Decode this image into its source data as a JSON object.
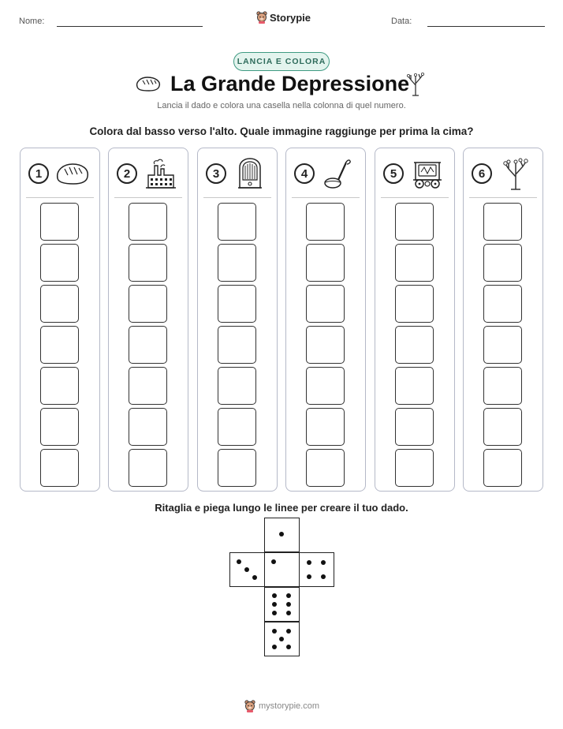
{
  "header": {
    "name_label": "Nome:",
    "date_label": "Data:",
    "brand": "Storypie"
  },
  "badge": "LANCIA E COLORA",
  "title": "La Grande Depressione",
  "subtitle": "Lancia il dado e colora una casella nella colonna di quel numero.",
  "instruction": "Colora dal basso verso l'alto. Quale immagine raggiunge per prima la cima?",
  "columns": [
    {
      "number": "1",
      "icon": "bread-icon"
    },
    {
      "number": "2",
      "icon": "factory-icon"
    },
    {
      "number": "3",
      "icon": "radio-icon"
    },
    {
      "number": "4",
      "icon": "ladle-icon"
    },
    {
      "number": "5",
      "icon": "jalopy-car-icon"
    },
    {
      "number": "6",
      "icon": "bare-tree-icon"
    }
  ],
  "cells_per_column": 7,
  "dice_instruction": "Ritaglia e piega lungo le linee per creare il tuo dado.",
  "footer": "mystorypie.com"
}
